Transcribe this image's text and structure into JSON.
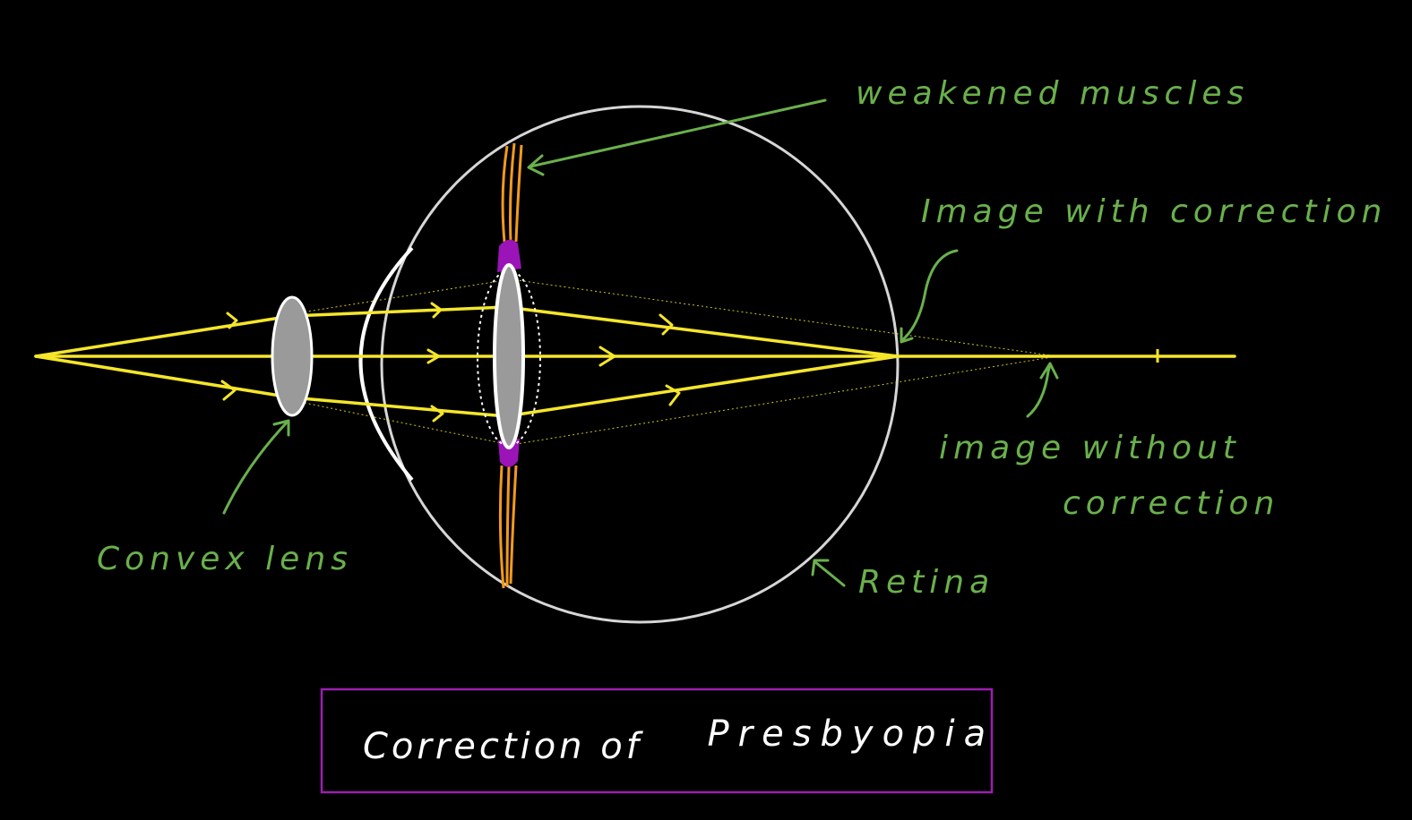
{
  "labels": {
    "weakened_muscles": "weakened muscles",
    "image_with_correction": "Image with correction",
    "image_without_correction_line1": "image without",
    "image_without_correction_line2": "correction",
    "convex_lens": "Convex lens",
    "retina": "Retina"
  },
  "title": {
    "prefix": "Correction of",
    "subject": "Presbyopia"
  },
  "colors": {
    "background": "#000000",
    "ray": "#f5e62a",
    "label": "#6ab04c",
    "eyeball": "#d6d6d6",
    "lens_fill": "#9a9a9a",
    "muscle": "#f29a1c",
    "ligament": "#9b14b8",
    "title_border": "#9b1fb0",
    "title_text": "#ffffff"
  }
}
